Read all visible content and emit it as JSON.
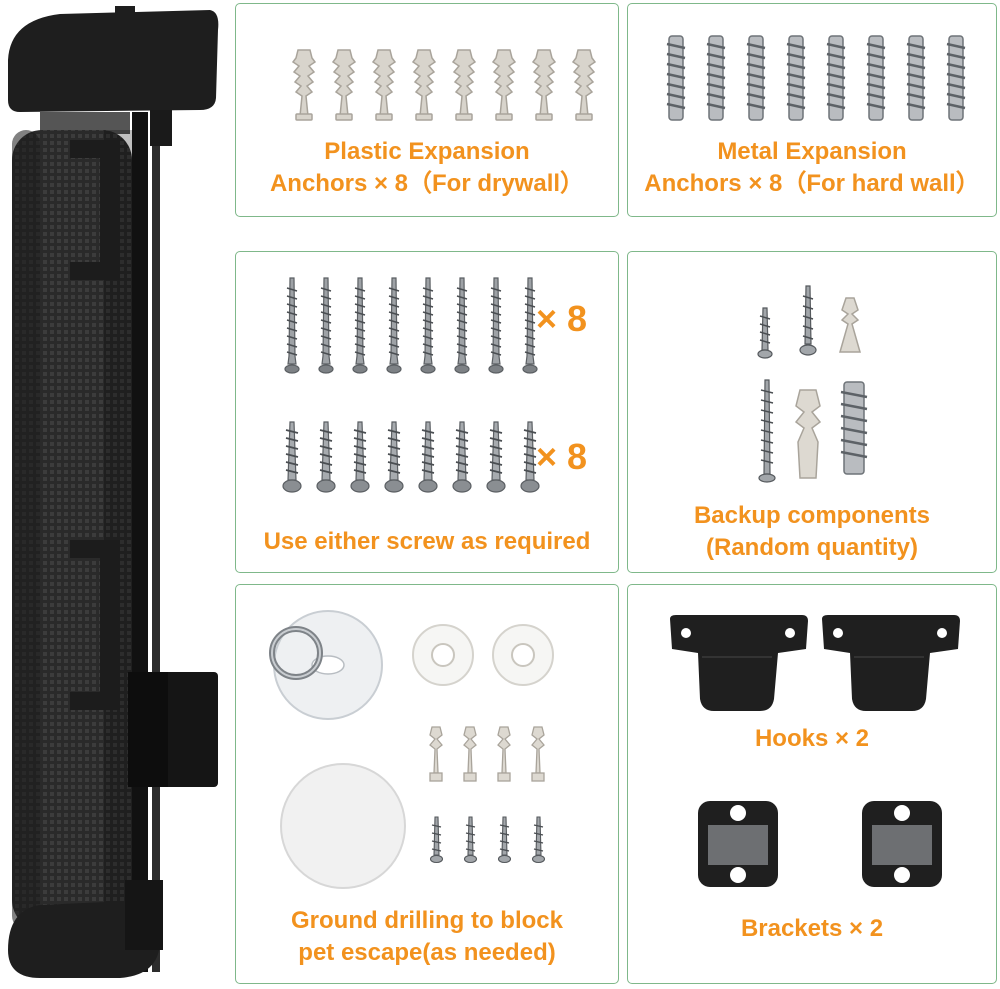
{
  "colors": {
    "caption": "#f2921e",
    "panel_border": "#7fb88a",
    "gate_body": "#262626"
  },
  "panels": {
    "plastic_anchors": {
      "caption": "Plastic Expansion\nAnchors × 8（For drywall）",
      "quantity": 8
    },
    "metal_anchors": {
      "caption": "Metal Expansion\nAnchors × 8（For hard wall）",
      "quantity": 8
    },
    "screws": {
      "multiplier_top": "× 8",
      "multiplier_bottom": "× 8",
      "caption": "Use either screw as required"
    },
    "backup": {
      "caption": "Backup components\n(Random quantity)"
    },
    "ground": {
      "caption": "Ground drilling to block\npet escape(as needed)"
    },
    "hooks": {
      "caption": "Hooks × 2",
      "quantity": 2
    },
    "brackets": {
      "caption": "Brackets × 2",
      "quantity": 2
    }
  },
  "icons": [
    "retractable-gate-image",
    "plastic-anchor-icon",
    "metal-anchor-icon",
    "screw-icon",
    "hook-icon",
    "bracket-icon",
    "eye-ring-icon",
    "adhesive-pad-icon"
  ]
}
